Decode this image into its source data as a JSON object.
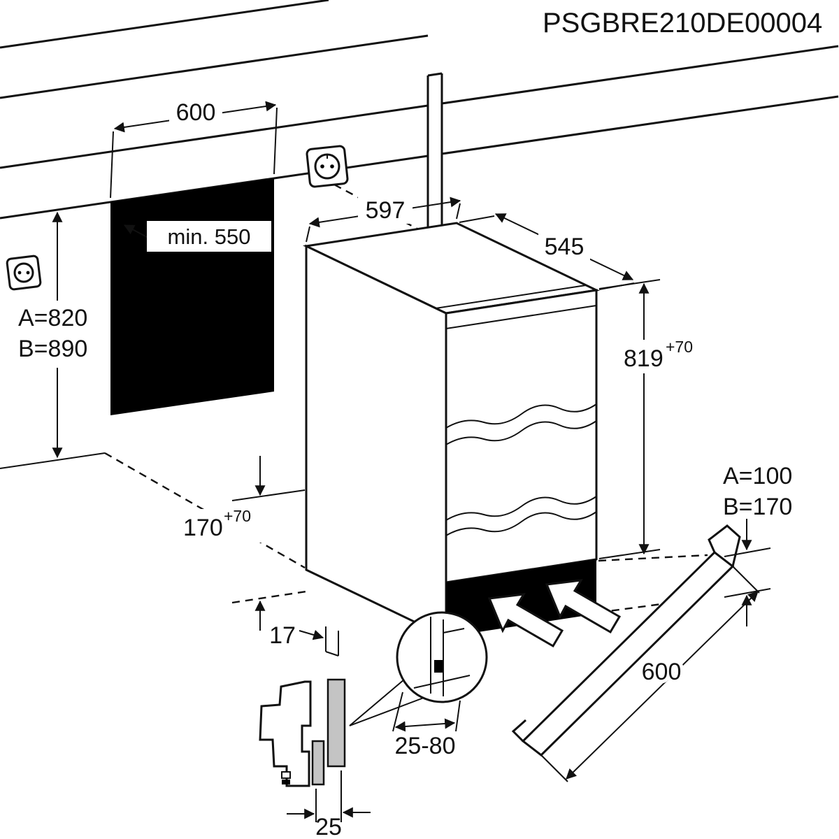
{
  "meta": {
    "part_code": "PSGBRE210DE00004"
  },
  "dims": {
    "niche_width": "600",
    "niche_min_depth": "min. 550",
    "niche_height_a": "A=820",
    "niche_height_b": "B=890",
    "appliance_width": "597",
    "appliance_depth": "545",
    "appliance_height": "819",
    "appliance_height_tol": "+70",
    "clearance_height": "170",
    "clearance_height_tol": "+70",
    "side_inset": "17",
    "mount_range": "25-80",
    "panel_thickness": "25",
    "plinth_length": "600",
    "plinth_height_a": "A=100",
    "plinth_height_b": "B=170"
  },
  "icons": {
    "wall_socket": "power-socket-icon",
    "side_socket": "power-socket-icon",
    "detail": "magnifier-bubble-icon",
    "insert": "insertion-arrow-icon"
  },
  "colors": {
    "background": "#ffffff",
    "line": "#111111",
    "niche_shadow": "#000000",
    "panel_gray": "#c4c4c4"
  }
}
